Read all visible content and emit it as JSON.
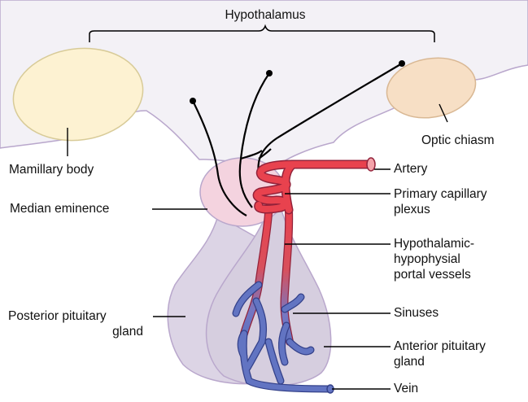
{
  "labels": {
    "hypothalamus": "Hypothalamus",
    "optic_chiasm": "Optic chiasm",
    "mamillary_body": "Mamillary body",
    "median_eminence": "Median eminence",
    "posterior_pituitary": [
      "Posterior pituitary",
      "gland"
    ],
    "artery": "Artery",
    "primary_capillary_plexus": [
      "Primary capillary",
      "plexus"
    ],
    "portal_vessels": [
      "Hypothalamic-",
      "hypophysial",
      "portal vessels"
    ],
    "sinuses": "Sinuses",
    "anterior_pituitary": [
      "Anterior pituitary",
      "gland"
    ],
    "vein": "Vein"
  },
  "colors": {
    "hypothalamus_fill": "#f3f1f6",
    "outline": "#b9a7cc",
    "gland_fill": "#d6cedf",
    "eminence_fill": "#f4d3df",
    "mamillary_fill": "#fdf2d2",
    "chiasm_fill": "#f7dfc5",
    "artery_red": "#e8424e",
    "vein_blue": "#6072c0",
    "neuron_black": "#000000"
  }
}
